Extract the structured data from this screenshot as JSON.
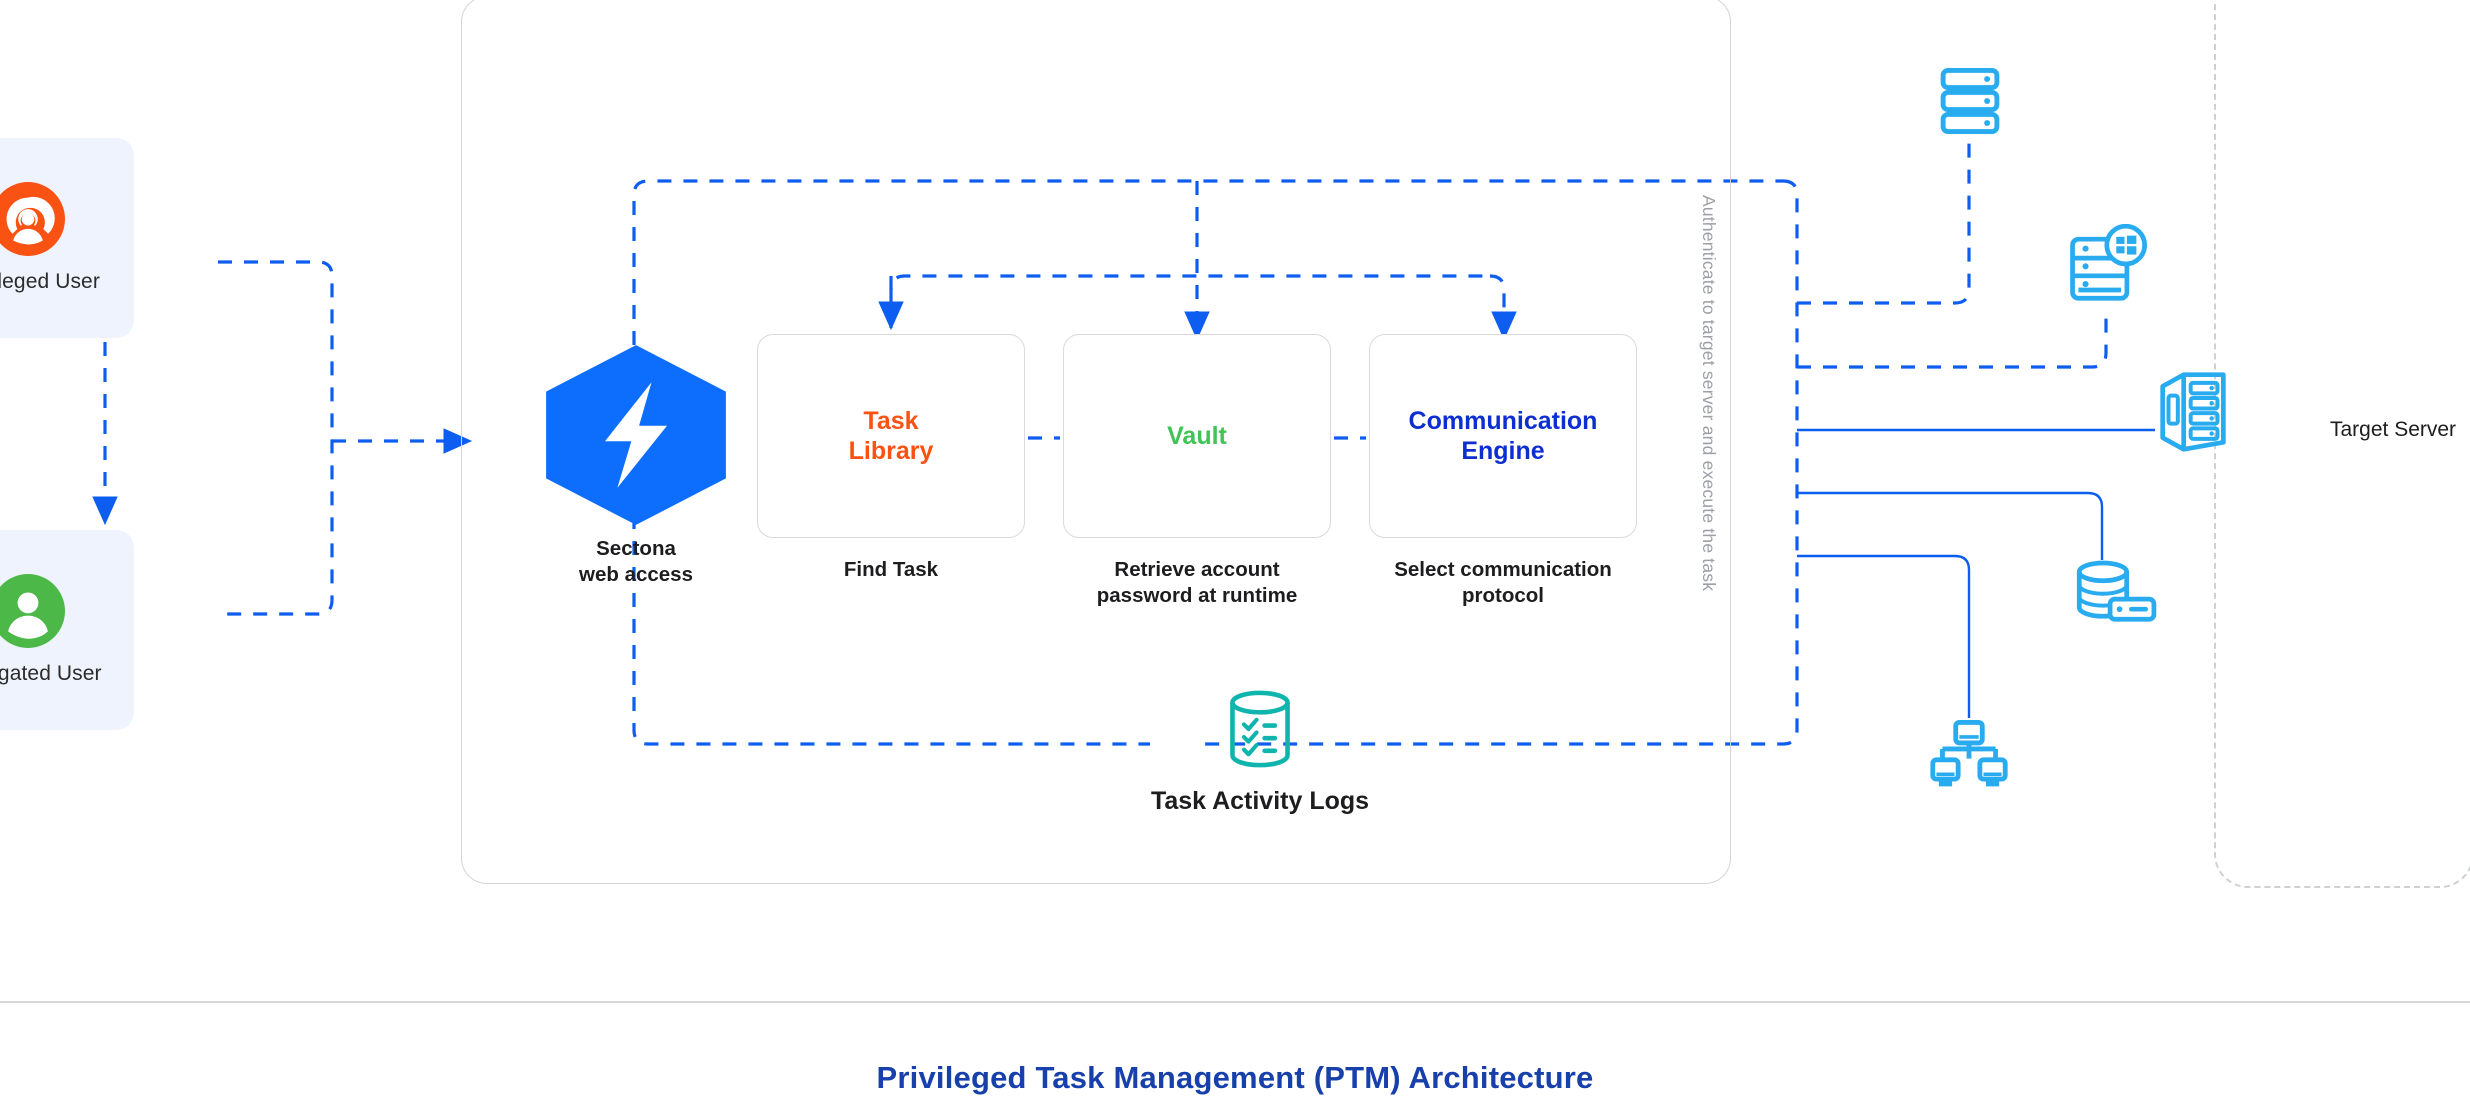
{
  "diagram": {
    "title": "Privileged Task Management (PTM) Architecture",
    "colors": {
      "accent_blue": "#0d6efd",
      "wire_blue": "#0d5ef0",
      "device_cyan": "#29abf0",
      "orange": "#fa5213",
      "green": "#3fc455",
      "deep_blue": "#0d2fd1",
      "teal": "#0fb5ad",
      "card_bg": "#eef3fd",
      "border_gray": "#d4d4d8",
      "title_blue": "#1840ab"
    }
  },
  "actors": [
    {
      "id": "privileged-user",
      "label": "Privileged User",
      "icon": "privileged-user-icon",
      "color": "#fa5213"
    },
    {
      "id": "delegated-user",
      "label": "Delegated User",
      "icon": "delegated-user-icon",
      "color": "#3fc455"
    }
  ],
  "platform": {
    "entry_node": {
      "icon": "sectona-hexagon-logo",
      "caption_line1": "Sectona",
      "caption_line2": "web access"
    },
    "stages": [
      {
        "id": "task-library",
        "title_line1": "Task",
        "title_line2": "Library",
        "caption_line1": "Find Task",
        "caption_line2": "",
        "color": "#fa5213"
      },
      {
        "id": "vault",
        "title_line1": "Vault",
        "title_line2": "",
        "caption_line1": "Retrieve account",
        "caption_line2": "password at runtime",
        "color": "#3fc455"
      },
      {
        "id": "communication-engine",
        "title_line1": "Communication",
        "title_line2": "Engine",
        "caption_line1": "Select communication",
        "caption_line2": "protocol",
        "color": "#0d2fd1"
      }
    ],
    "logs": {
      "icon": "task-activity-logs-database-icon",
      "label": "Task Activity Logs"
    },
    "auth_label": "Authenticate to target server and execute the task"
  },
  "target": {
    "label": "Target Server",
    "devices": [
      {
        "id": "rack-stack",
        "icon": "server-rack-stack-icon"
      },
      {
        "id": "windows-server",
        "icon": "windows-server-icon"
      },
      {
        "id": "tower-server",
        "icon": "tower-server-icon"
      },
      {
        "id": "database-server",
        "icon": "database-server-icon"
      },
      {
        "id": "network-workstations",
        "icon": "network-workstations-icon"
      }
    ]
  }
}
